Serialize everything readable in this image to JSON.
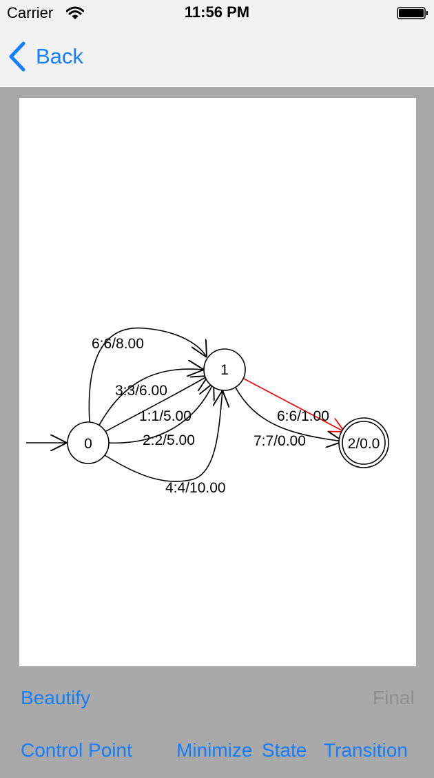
{
  "status_bar": {
    "carrier": "Carrier",
    "time": "11:56 PM"
  },
  "nav": {
    "back_label": "Back"
  },
  "graph": {
    "states": [
      {
        "id": "state-0",
        "label": "0"
      },
      {
        "id": "state-1",
        "label": "1"
      },
      {
        "id": "state-2",
        "label": "2/0.0"
      }
    ],
    "transitions": [
      {
        "from": "0",
        "to": "1",
        "label": "6:6/8.00"
      },
      {
        "from": "0",
        "to": "1",
        "label": "3:3/6.00"
      },
      {
        "from": "0",
        "to": "1",
        "label": "1:1/5.00"
      },
      {
        "from": "0",
        "to": "1",
        "label": "2:2/5.00"
      },
      {
        "from": "0",
        "to": "1",
        "label": "4:4/10.00"
      },
      {
        "from": "1",
        "to": "2",
        "label": "6:6/1.00"
      },
      {
        "from": "1",
        "to": "2",
        "label": "7:7/0.00"
      }
    ],
    "colors": {
      "highlight": "#ee0000",
      "edge": "#000000"
    }
  },
  "toolbar": {
    "beautify": "Beautify",
    "final": "Final",
    "control_point": "Control Point",
    "minimize": "Minimize",
    "state": "State",
    "transition": "Transition"
  }
}
